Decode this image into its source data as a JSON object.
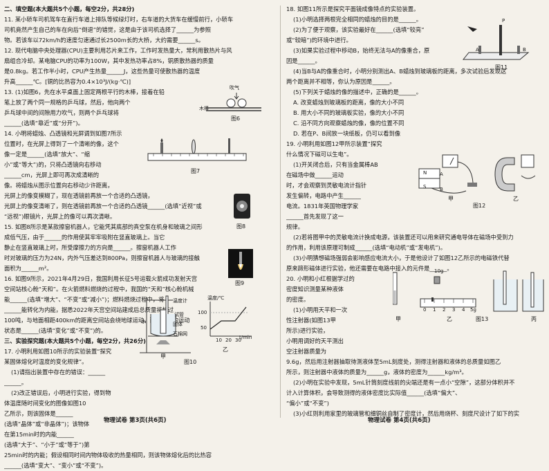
{
  "left": {
    "lines": [
      "二、填空题(本大题共5个小题，每空2分，共28分)",
      "11. 某小轿车司机驾车在直行车道上排队等候绿灯时，右车道的大货车在缓慢前行，小轿车",
      "司机竟然产生自己的车在向后“倒退”的错觉，这是由于该司机选择了______为参照",
      "物。若该车以72km/h的速度匀速通过长2500m长的大桥，大约需要______s。",
      "12. 现代电脑中央处理器(CPU)主要利用芯片来工作，工作时发热量大，常利用散热片与风",
      "扇组合冷却。某电脑CPU的功率为100W，其中发热功率占8%，铜质散热器的质量",
      "是0.8kg。若工作半小时，CPU产生热量______J，这些热量可使散热器的温度",
      "升高______℃。[铜的比热容为0.4×10³J/(kg·℃)]",
      "13. (1)如图6，先在水平桌面上固定两根平行的木棒，接着在铅",
      "笔上放了两个同一规格的乒乓球，然后，他向两个",
      "乒乓球中间的间隙用力吹气，则两个乒乓球将",
      "______(选填“靠近”或“分开”)。",
      "14. 小明将蜡烛、凸透镜和光屏调到如图7所示",
      "位置时，在光屏上得到了一个清晰的像，这个",
      "像一定是______(选填“放大”、“缩",
      "小”或“等大”)的，只将凸透镜向右移动",
      "______cm，光屏上即可再次成清晰的",
      "像。将蜡烛从图示位置向右移动少许距离，",
      "光屏上的像变模糊了，现在透镜前再放一个合适的凸透镜，",
      "光屏上的像变清晰了，则在透镜前再放一个合适的凸透镜______(选填“近视”或",
      "“远视”)眼镜片，光屏上的像可以再次清晰。",
      "15. 如图8所示是某款擦窗机器人，它能凭其底部的真空泵在机身和玻璃之间形",
      "成低气压，由于______的作用使其牢牢吸附在竖直玻璃上。当它",
      "静止在竖直玻璃上时，所受摩擦力的方向是______。擦窗机器人工作",
      "时对玻璃的压力为24N，内外气压差达到800Pa，则擦窗机器人与玻璃的接触",
      "面积为______m²。",
      "16. 如图9所示，2021年4月29日，我国利用长征5号运载火箭成功发射天宫",
      "空间站核心舱“天和”。在火箭燃料燃烧的过程中，我国的“天和”核心舱机械",
      "能______(选填“增大”、“不变”或“减小”)；燃料燃烧过程中，将",
      "______能转化为内能，据悉2022年天宫空间站建成后总质量将超过",
      "100吨，与地面相距400km的距离空间站会绕地球运动，两空间站的运动",
      "状态是______(选填“变化”或“不变”)的。",
      "三、实验探究题(本大题共5个小题，每空2分，共26分)",
      "17. 小明利用如图10所示的实验装置“探究",
      "某固体熔化时温度的变化规律”。",
      "(1)请指出装置中存在的错误：______",
      "______。",
      "(2)改正错误后，小明进行实验，得到物",
      "体温度随时间变化的图像如图10",
      "乙所示，则该固体是______",
      "(选填“晶体”或“非晶体”)；该物体",
      "在第15min时的内能______",
      "(选填“大于”、“小于”或“等于”)第",
      "25min时的内能；假设相同时间内物体吸收的热量相同，则该物体熔化后的比热容",
      "______(选填“变大”、“变小”或“不变”)。"
    ],
    "fig6_caption": "图6",
    "fig6_label": "木棒",
    "fig6_blow": "吹气",
    "fig7_caption": "图7",
    "fig8_caption": "图8",
    "fig9_caption": "图9",
    "fig10_caption": "图10",
    "fig10_sub_a": "甲",
    "fig10_sub_b": "乙",
    "fig10_labels": [
      "温度计",
      "试管",
      "水",
      "固体",
      "石棉网"
    ],
    "fig10_axis_y": "温度/℃",
    "fig10_axis_x": "t/min",
    "fig10_ticks_y": [
      "100",
      "50"
    ],
    "fig10_ticks_x": [
      "10",
      "20",
      "30"
    ],
    "footer": "物理试卷   第3页(共6页)"
  },
  "right": {
    "lines": [
      "18. 如图11所示是探究平面镜成像特点的实验装置。",
      "(1)小明选择两根完全相同的蜡烛的目的是______。",
      "(2)为了便于观察，该实验最好在______(选填“较亮”",
      "或“较暗”)的环境中进行。",
      "(3)如果实验过程中移动B，始终无法与A的像重合，原",
      "因是______。",
      "(4)当B与A的像重合时，小明分别测出A、B蜡烛到玻璃板的距离，多次试验后发现这",
      "两个距离并不相等，你认为原因是______。",
      "(5)下列关于蜡烛的像的描述中，正确的是______。",
      "A. 改变蜡烛到玻璃板的距离，像的大小不同",
      "B. 用大小不同的玻璃板实验，像的大小不同",
      "C. 沿不同方向观察蜡烛的像，像的位置不同",
      "D. 若在P、B间放一块纸板，仍可以看到像",
      "19. 小明利用如图12甲所示装置“探究",
      "什么情况下磁可以生电”。",
      "(1)开关闭合后，只有当金属棒AB",
      "在磁场中做______运动",
      "时，才会观察到灵敏电流计指针",
      "发生偏转，电路中产生______",
      "电流。1831年英国物理学家",
      "______首先发现了这一",
      "规律。",
      "(2)若将图甲中的灵敏电流计换成电源，该装置还可以用来研究通电导体在磁场中受到力",
      "的作用，利用该原理可制成______(选填“电动机”或“发电机”)。",
      "(3)小明猜想磁场强弱会影响感应电流大小，于是他设计了如图12乙所示的电磁铁代替",
      "原来蹄形磁体进行实验，他还需要在电路中接入的元件是______。",
      "20. 小明和小红根据学过的",
      "密度知识测量某种液体",
      "的密度。",
      "(1)小明用天平和一次",
      "性注射器(如图13甲",
      "所示)进行实验，",
      "小明用调好的天平测出",
      "空注射器质量为",
      "9.6g，然后用注射器抽取待测液体至5mL刻度处，测得注射器和液体的总质量如图乙",
      "所示，则注射器中液体的质量为______g，液体的密度为______kg/m³。",
      "(2)小明在实验中发现，5mL针筒刻度线前的尖端还是有一点小“空隙”，这部分体积并不",
      "计入计算体积，会导致测得的液体密度比实际值______(选填“偏大”、",
      "“偏小”或“不变”)",
      "(3)小红则利用家里的玻璃管和细铜丝自制了密度计，然后用烧杯、刻度尺设计了如下的实"
    ],
    "fig11_caption": "图11",
    "fig11_labels": [
      "P",
      "A",
      "B"
    ],
    "fig12_caption": "图12",
    "fig12_sub_a": "甲",
    "fig12_sub_b": "乙",
    "fig12_labels": [
      "N",
      "S",
      "A",
      "B"
    ],
    "fig13_caption": "图13",
    "fig13_sub_a": "甲",
    "fig13_sub_b": "乙",
    "fig13_sub_c": "丙",
    "fig13_weight": "10g",
    "fig13_scale": [
      "0",
      "1",
      "2",
      "3",
      "4",
      "5g"
    ],
    "footer": "物理试卷   第4页(共6页)"
  }
}
